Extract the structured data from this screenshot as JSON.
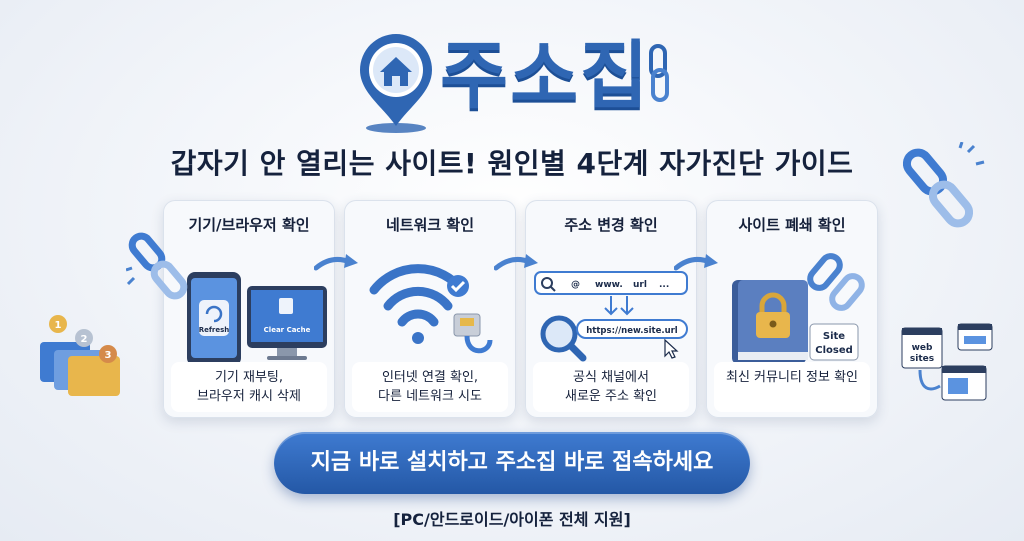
{
  "brand": {
    "name": "주소집"
  },
  "headline": "갑자기 안 열리는 사이트! 원인별 4단계 자가진단 가이드",
  "steps": [
    {
      "title": "기기/브라우저 확인",
      "description": "기기 재부팅,\n브라우저 캐시 삭제",
      "labels": [
        "Refresh",
        "Clear Cache"
      ]
    },
    {
      "title": "네트워크 확인",
      "description": "인터넷 연결 확인,\n다른 네트워크 시도"
    },
    {
      "title": "주소 변경 확인",
      "description": "공식 채널에서\n새로운 주소 확인",
      "labels": [
        "@",
        "www.",
        "url",
        "...",
        "https://new.site.url"
      ]
    },
    {
      "title": "사이트 폐쇄 확인",
      "description": "최신 커뮤니티 정보 확인",
      "labels": [
        "Site Closed"
      ]
    }
  ],
  "side_labels": {
    "web_sites": "web sites"
  },
  "cta": "지금 바로 설치하고 주소집 바로 접속하세요",
  "support": "[PC/안드로이드/아이폰 전체 지원]",
  "colors": {
    "brand": "#2f66b3",
    "brand_dark": "#1d4f96",
    "headline": "#15223d",
    "card_bg": "#f7f9fc"
  },
  "icons": [
    "house-pin-icon",
    "chain-link-icon",
    "smartphone-icon",
    "monitor-icon",
    "wifi-icon",
    "check-icon",
    "ethernet-cable-icon",
    "search-icon",
    "cursor-icon",
    "locked-book-icon",
    "folder-icon",
    "medal-icon",
    "browser-window-icon"
  ]
}
